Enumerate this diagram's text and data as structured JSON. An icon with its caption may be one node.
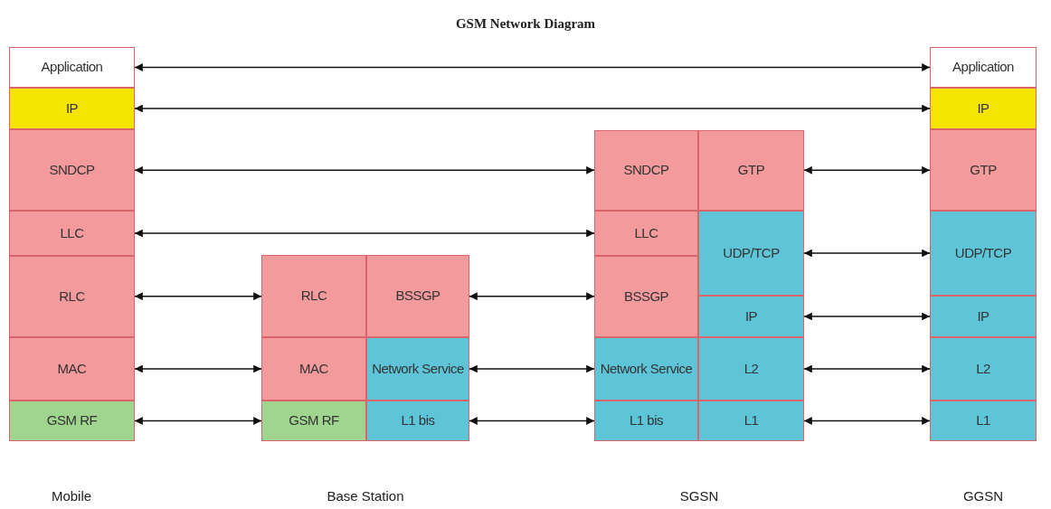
{
  "diagram": {
    "title": "GSM Network Diagram",
    "nodes": [
      {
        "text": [
          "Application"
        ]
      },
      {
        "text": [
          "IP"
        ]
      },
      {
        "text": [
          "SNDCP"
        ]
      },
      {
        "text": [
          "LLC"
        ]
      },
      {
        "text": [
          "RLC"
        ]
      },
      {
        "text": [
          "MAC"
        ]
      },
      {
        "text": [
          "GSM RF"
        ]
      },
      {
        "text": [
          "RLC"
        ]
      },
      {
        "text": [
          "BSSGP"
        ]
      },
      {
        "text": [
          "MAC"
        ]
      },
      {
        "text": [
          "Network Service"
        ]
      },
      {
        "text": [
          "GSM RF"
        ]
      },
      {
        "text": [
          "L1 bis"
        ]
      },
      {
        "text": [
          "SNDCP"
        ]
      },
      {
        "text": [
          "GTP"
        ]
      },
      {
        "text": [
          "LLC"
        ]
      },
      {
        "text": [
          "UDP/TCP"
        ]
      },
      {
        "text": [
          "BSSGP"
        ]
      },
      {
        "text": [
          "IP"
        ]
      },
      {
        "text": [
          "Network Service"
        ]
      },
      {
        "text": [
          "L2"
        ]
      },
      {
        "text": [
          "L1 bis"
        ]
      },
      {
        "text": [
          "L1"
        ]
      },
      {
        "text": [
          "Application"
        ]
      },
      {
        "text": [
          "IP"
        ]
      },
      {
        "text": [
          "GTP"
        ]
      },
      {
        "text": [
          "UDP/TCP"
        ]
      },
      {
        "text": [
          "IP"
        ]
      },
      {
        "text": [
          "L2"
        ]
      },
      {
        "text": [
          "L1"
        ]
      }
    ],
    "edges": [
      {
        "from": 0,
        "to": 23,
        "arrow": "both"
      },
      {
        "from": 1,
        "to": 24,
        "arrow": "both"
      },
      {
        "from": 2,
        "to": 13,
        "arrow": "both"
      },
      {
        "from": 3,
        "to": 15,
        "arrow": "both"
      },
      {
        "from": 4,
        "to": 7,
        "arrow": "both"
      },
      {
        "from": 5,
        "to": 9,
        "arrow": "both"
      },
      {
        "from": 6,
        "to": 11,
        "arrow": "both"
      },
      {
        "from": 8,
        "to": 17,
        "arrow": "both"
      },
      {
        "from": 10,
        "to": 19,
        "arrow": "both"
      },
      {
        "from": 12,
        "to": 21,
        "arrow": "both"
      },
      {
        "from": 14,
        "to": 25,
        "arrow": "both"
      },
      {
        "from": 16,
        "to": 26,
        "arrow": "both"
      },
      {
        "from": 18,
        "to": 27,
        "arrow": "both"
      },
      {
        "from": 20,
        "to": 28,
        "arrow": "both"
      },
      {
        "from": 22,
        "to": 29,
        "arrow": "both"
      }
    ],
    "labels": [
      "Mobile",
      "Base Station",
      "SGSN",
      "GGSN"
    ]
  }
}
